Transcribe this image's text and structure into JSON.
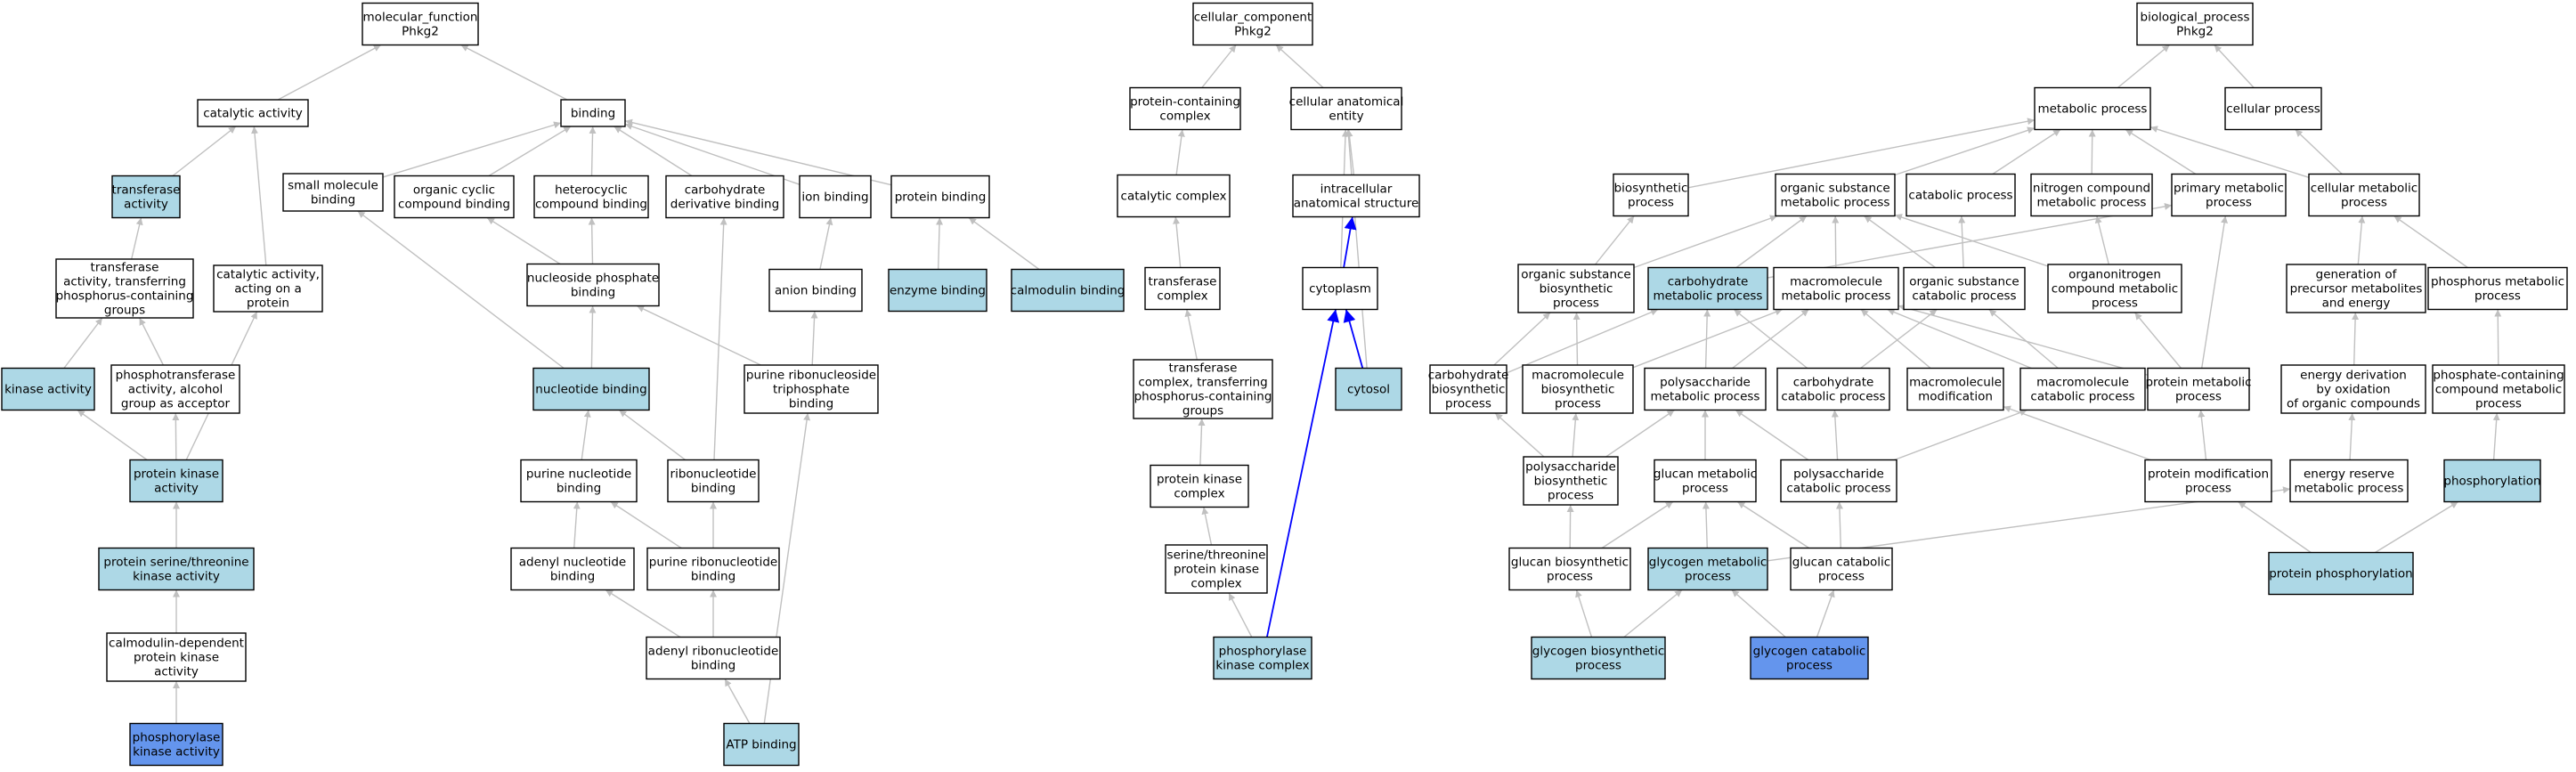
{
  "colors": {
    "default_fill": "#ffffff",
    "annotated_fill": "#add8e6",
    "query_fill": "#6495ed",
    "edge_gray": "#c0c0c0",
    "edge_blue": "#0000ff"
  },
  "nodes": {
    "mf_root": {
      "label": "molecular_function\nPhkg2",
      "style": "default"
    },
    "catalytic_activity": {
      "label": "catalytic activity",
      "style": "default"
    },
    "binding": {
      "label": "binding",
      "style": "default"
    },
    "transferase_activity": {
      "label": "transferase\nactivity",
      "style": "annotated"
    },
    "small_molecule_binding": {
      "label": "small molecule\nbinding",
      "style": "default"
    },
    "organic_cyclic_binding": {
      "label": "organic cyclic\ncompound binding",
      "style": "default"
    },
    "heterocyclic_binding": {
      "label": "heterocyclic\ncompound binding",
      "style": "default"
    },
    "carbohydrate_deriv_binding": {
      "label": "carbohydrate\nderivative binding",
      "style": "default"
    },
    "ion_binding": {
      "label": "ion binding",
      "style": "default"
    },
    "protein_binding": {
      "label": "protein binding",
      "style": "default"
    },
    "transferase_phosphorus": {
      "label": "transferase\nactivity, transferring\nphosphorus-containing\ngroups",
      "style": "default"
    },
    "catalytic_on_protein": {
      "label": "catalytic activity,\nacting on a\nprotein",
      "style": "default"
    },
    "nucleoside_phosphate_binding": {
      "label": "nucleoside phosphate\nbinding",
      "style": "default"
    },
    "anion_binding": {
      "label": "anion binding",
      "style": "default"
    },
    "enzyme_binding": {
      "label": "enzyme binding",
      "style": "annotated"
    },
    "calmodulin_binding": {
      "label": "calmodulin binding",
      "style": "annotated"
    },
    "kinase_activity": {
      "label": "kinase activity",
      "style": "annotated"
    },
    "phosphotransferase_alcohol": {
      "label": "phosphotransferase\nactivity, alcohol\ngroup as acceptor",
      "style": "default"
    },
    "nucleotide_binding": {
      "label": "nucleotide binding",
      "style": "annotated"
    },
    "purine_ribonucleoside_tp_binding": {
      "label": "purine ribonucleoside\ntriphosphate\nbinding",
      "style": "default"
    },
    "protein_kinase_activity": {
      "label": "protein kinase\nactivity",
      "style": "annotated"
    },
    "purine_nucleotide_binding": {
      "label": "purine nucleotide\nbinding",
      "style": "default"
    },
    "ribonucleotide_binding": {
      "label": "ribonucleotide\nbinding",
      "style": "default"
    },
    "ser_thr_kinase_activity": {
      "label": "protein serine/threonine\nkinase activity",
      "style": "annotated"
    },
    "adenyl_nucleotide_binding": {
      "label": "adenyl nucleotide\nbinding",
      "style": "default"
    },
    "purine_ribonucleotide_binding": {
      "label": "purine ribonucleotide\nbinding",
      "style": "default"
    },
    "calmodulin_dep_kinase": {
      "label": "calmodulin-dependent\nprotein kinase\nactivity",
      "style": "default"
    },
    "adenyl_ribonucleotide_binding": {
      "label": "adenyl ribonucleotide\nbinding",
      "style": "default"
    },
    "phosphorylase_kinase_activity": {
      "label": "phosphorylase\nkinase activity",
      "style": "query"
    },
    "atp_binding": {
      "label": "ATP binding",
      "style": "annotated"
    },
    "cc_root": {
      "label": "cellular_component\nPhkg2",
      "style": "default"
    },
    "protein_containing_complex": {
      "label": "protein-containing\ncomplex",
      "style": "default"
    },
    "cellular_anatomical_entity": {
      "label": "cellular anatomical\nentity",
      "style": "default"
    },
    "catalytic_complex": {
      "label": "catalytic complex",
      "style": "default"
    },
    "intracellular_structure": {
      "label": "intracellular\nanatomical structure",
      "style": "default"
    },
    "transferase_complex": {
      "label": "transferase\ncomplex",
      "style": "default"
    },
    "cytoplasm": {
      "label": "cytoplasm",
      "style": "default"
    },
    "cytosol": {
      "label": "cytosol",
      "style": "annotated"
    },
    "transferase_complex_phosphorus": {
      "label": "transferase\ncomplex, transferring\nphosphorus-containing\ngroups",
      "style": "default"
    },
    "protein_kinase_complex": {
      "label": "protein kinase\ncomplex",
      "style": "default"
    },
    "ser_thr_kinase_complex": {
      "label": "serine/threonine\nprotein kinase\ncomplex",
      "style": "default"
    },
    "phosphorylase_kinase_complex": {
      "label": "phosphorylase\nkinase complex",
      "style": "annotated"
    },
    "bp_root": {
      "label": "biological_process\nPhkg2",
      "style": "default"
    },
    "metabolic_process": {
      "label": "metabolic process",
      "style": "default"
    },
    "cellular_process": {
      "label": "cellular process",
      "style": "default"
    },
    "biosynthetic_process": {
      "label": "biosynthetic\nprocess",
      "style": "default"
    },
    "organic_substance_metabolic": {
      "label": "organic substance\nmetabolic process",
      "style": "default"
    },
    "catabolic_process": {
      "label": "catabolic process",
      "style": "default"
    },
    "nitrogen_compound_metabolic": {
      "label": "nitrogen compound\nmetabolic process",
      "style": "default"
    },
    "primary_metabolic": {
      "label": "primary metabolic\nprocess",
      "style": "default"
    },
    "cellular_metabolic": {
      "label": "cellular metabolic\nprocess",
      "style": "default"
    },
    "organic_substance_biosynthetic": {
      "label": "organic substance\nbiosynthetic\nprocess",
      "style": "default"
    },
    "carbohydrate_metabolic": {
      "label": "carbohydrate\nmetabolic process",
      "style": "annotated"
    },
    "macromolecule_metabolic": {
      "label": "macromolecule\nmetabolic process",
      "style": "default"
    },
    "organic_substance_catabolic": {
      "label": "organic substance\ncatabolic process",
      "style": "default"
    },
    "organonitrogen_metabolic": {
      "label": "organonitrogen\ncompound metabolic\nprocess",
      "style": "default"
    },
    "precursor_metabolites": {
      "label": "generation of\nprecursor metabolites\nand energy",
      "style": "default"
    },
    "phosphorus_metabolic": {
      "label": "phosphorus metabolic\nprocess",
      "style": "default"
    },
    "carbohydrate_biosynthetic": {
      "label": "carbohydrate\nbiosynthetic\nprocess",
      "style": "default"
    },
    "macromolecule_biosynthetic": {
      "label": "macromolecule\nbiosynthetic\nprocess",
      "style": "default"
    },
    "polysaccharide_metabolic": {
      "label": "polysaccharide\nmetabolic process",
      "style": "default"
    },
    "carbohydrate_catabolic": {
      "label": "carbohydrate\ncatabolic process",
      "style": "default"
    },
    "macromolecule_modification": {
      "label": "macromolecule\nmodification",
      "style": "default"
    },
    "macromolecule_catabolic": {
      "label": "macromolecule\ncatabolic process",
      "style": "default"
    },
    "protein_metabolic": {
      "label": "protein metabolic\nprocess",
      "style": "default"
    },
    "energy_derivation": {
      "label": "energy derivation\nby oxidation\nof organic compounds",
      "style": "default"
    },
    "phosphate_containing_metabolic": {
      "label": "phosphate-containing\ncompound metabolic\nprocess",
      "style": "default"
    },
    "polysaccharide_biosynthetic": {
      "label": "polysaccharide\nbiosynthetic\nprocess",
      "style": "default"
    },
    "glucan_metabolic": {
      "label": "glucan metabolic\nprocess",
      "style": "default"
    },
    "polysaccharide_catabolic": {
      "label": "polysaccharide\ncatabolic process",
      "style": "default"
    },
    "protein_modification": {
      "label": "protein modification\nprocess",
      "style": "default"
    },
    "energy_reserve_metabolic": {
      "label": "energy reserve\nmetabolic process",
      "style": "default"
    },
    "phosphorylation": {
      "label": "phosphorylation",
      "style": "annotated"
    },
    "glucan_biosynthetic": {
      "label": "glucan biosynthetic\nprocess",
      "style": "default"
    },
    "glycogen_metabolic": {
      "label": "glycogen metabolic\nprocess",
      "style": "annotated"
    },
    "glucan_catabolic": {
      "label": "glucan catabolic\nprocess",
      "style": "default"
    },
    "protein_phosphorylation": {
      "label": "protein phosphorylation",
      "style": "annotated"
    },
    "glycogen_biosynthetic": {
      "label": "glycogen biosynthetic\nprocess",
      "style": "annotated"
    },
    "glycogen_catabolic": {
      "label": "glycogen catabolic\nprocess",
      "style": "query"
    }
  },
  "edges": [
    [
      "catalytic_activity",
      "mf_root",
      "gray"
    ],
    [
      "binding",
      "mf_root",
      "gray"
    ],
    [
      "transferase_activity",
      "catalytic_activity",
      "gray"
    ],
    [
      "catalytic_on_protein",
      "catalytic_activity",
      "gray"
    ],
    [
      "small_molecule_binding",
      "binding",
      "gray"
    ],
    [
      "organic_cyclic_binding",
      "binding",
      "gray"
    ],
    [
      "heterocyclic_binding",
      "binding",
      "gray"
    ],
    [
      "carbohydrate_deriv_binding",
      "binding",
      "gray"
    ],
    [
      "ion_binding",
      "binding",
      "gray"
    ],
    [
      "protein_binding",
      "binding",
      "gray"
    ],
    [
      "transferase_phosphorus",
      "transferase_activity",
      "gray"
    ],
    [
      "kinase_activity",
      "transferase_phosphorus",
      "gray"
    ],
    [
      "phosphotransferase_alcohol",
      "transferase_phosphorus",
      "gray"
    ],
    [
      "nucleoside_phosphate_binding",
      "organic_cyclic_binding",
      "gray"
    ],
    [
      "nucleoside_phosphate_binding",
      "heterocyclic_binding",
      "gray"
    ],
    [
      "anion_binding",
      "ion_binding",
      "gray"
    ],
    [
      "enzyme_binding",
      "protein_binding",
      "gray"
    ],
    [
      "calmodulin_binding",
      "protein_binding",
      "gray"
    ],
    [
      "nucleotide_binding",
      "nucleoside_phosphate_binding",
      "gray"
    ],
    [
      "nucleotide_binding",
      "small_molecule_binding",
      "gray"
    ],
    [
      "purine_ribonucleoside_tp_binding",
      "nucleoside_phosphate_binding",
      "gray"
    ],
    [
      "purine_ribonucleoside_tp_binding",
      "anion_binding",
      "gray"
    ],
    [
      "protein_kinase_activity",
      "kinase_activity",
      "gray"
    ],
    [
      "protein_kinase_activity",
      "phosphotransferase_alcohol",
      "gray"
    ],
    [
      "protein_kinase_activity",
      "catalytic_on_protein",
      "gray"
    ],
    [
      "purine_nucleotide_binding",
      "nucleotide_binding",
      "gray"
    ],
    [
      "ribonucleotide_binding",
      "nucleotide_binding",
      "gray"
    ],
    [
      "ribonucleotide_binding",
      "carbohydrate_deriv_binding",
      "gray"
    ],
    [
      "ser_thr_kinase_activity",
      "protein_kinase_activity",
      "gray"
    ],
    [
      "adenyl_nucleotide_binding",
      "purine_nucleotide_binding",
      "gray"
    ],
    [
      "purine_ribonucleotide_binding",
      "purine_nucleotide_binding",
      "gray"
    ],
    [
      "purine_ribonucleotide_binding",
      "ribonucleotide_binding",
      "gray"
    ],
    [
      "calmodulin_dep_kinase",
      "ser_thr_kinase_activity",
      "gray"
    ],
    [
      "adenyl_ribonucleotide_binding",
      "adenyl_nucleotide_binding",
      "gray"
    ],
    [
      "adenyl_ribonucleotide_binding",
      "purine_ribonucleotide_binding",
      "gray"
    ],
    [
      "phosphorylase_kinase_activity",
      "calmodulin_dep_kinase",
      "gray"
    ],
    [
      "atp_binding",
      "adenyl_ribonucleotide_binding",
      "gray"
    ],
    [
      "atp_binding",
      "purine_ribonucleoside_tp_binding",
      "gray"
    ],
    [
      "protein_containing_complex",
      "cc_root",
      "gray"
    ],
    [
      "cellular_anatomical_entity",
      "cc_root",
      "gray"
    ],
    [
      "catalytic_complex",
      "protein_containing_complex",
      "gray"
    ],
    [
      "intracellular_structure",
      "cellular_anatomical_entity",
      "gray"
    ],
    [
      "cytoplasm",
      "cellular_anatomical_entity",
      "gray"
    ],
    [
      "cytosol",
      "cellular_anatomical_entity",
      "gray"
    ],
    [
      "transferase_complex",
      "catalytic_complex",
      "gray"
    ],
    [
      "cytoplasm",
      "intracellular_structure",
      "blue"
    ],
    [
      "cytosol",
      "cytoplasm",
      "blue"
    ],
    [
      "phosphorylase_kinase_complex",
      "cytoplasm",
      "blue"
    ],
    [
      "transferase_complex_phosphorus",
      "transferase_complex",
      "gray"
    ],
    [
      "protein_kinase_complex",
      "transferase_complex_phosphorus",
      "gray"
    ],
    [
      "ser_thr_kinase_complex",
      "protein_kinase_complex",
      "gray"
    ],
    [
      "phosphorylase_kinase_complex",
      "ser_thr_kinase_complex",
      "gray"
    ],
    [
      "metabolic_process",
      "bp_root",
      "gray"
    ],
    [
      "cellular_process",
      "bp_root",
      "gray"
    ],
    [
      "biosynthetic_process",
      "metabolic_process",
      "gray"
    ],
    [
      "organic_substance_metabolic",
      "metabolic_process",
      "gray"
    ],
    [
      "catabolic_process",
      "metabolic_process",
      "gray"
    ],
    [
      "nitrogen_compound_metabolic",
      "metabolic_process",
      "gray"
    ],
    [
      "primary_metabolic",
      "metabolic_process",
      "gray"
    ],
    [
      "cellular_metabolic",
      "metabolic_process",
      "gray"
    ],
    [
      "cellular_metabolic",
      "cellular_process",
      "gray"
    ],
    [
      "organic_substance_biosynthetic",
      "biosynthetic_process",
      "gray"
    ],
    [
      "organic_substance_biosynthetic",
      "organic_substance_metabolic",
      "gray"
    ],
    [
      "carbohydrate_metabolic",
      "organic_substance_metabolic",
      "gray"
    ],
    [
      "carbohydrate_metabolic",
      "primary_metabolic",
      "gray"
    ],
    [
      "macromolecule_metabolic",
      "organic_substance_metabolic",
      "gray"
    ],
    [
      "organic_substance_catabolic",
      "catabolic_process",
      "gray"
    ],
    [
      "organic_substance_catabolic",
      "organic_substance_metabolic",
      "gray"
    ],
    [
      "organonitrogen_metabolic",
      "nitrogen_compound_metabolic",
      "gray"
    ],
    [
      "organonitrogen_metabolic",
      "organic_substance_metabolic",
      "gray"
    ],
    [
      "precursor_metabolites",
      "cellular_metabolic",
      "gray"
    ],
    [
      "phosphorus_metabolic",
      "cellular_metabolic",
      "gray"
    ],
    [
      "carbohydrate_biosynthetic",
      "organic_substance_biosynthetic",
      "gray"
    ],
    [
      "carbohydrate_biosynthetic",
      "carbohydrate_metabolic",
      "gray"
    ],
    [
      "macromolecule_biosynthetic",
      "organic_substance_biosynthetic",
      "gray"
    ],
    [
      "macromolecule_biosynthetic",
      "macromolecule_metabolic",
      "gray"
    ],
    [
      "polysaccharide_metabolic",
      "carbohydrate_metabolic",
      "gray"
    ],
    [
      "polysaccharide_metabolic",
      "macromolecule_metabolic",
      "gray"
    ],
    [
      "carbohydrate_catabolic",
      "organic_substance_catabolic",
      "gray"
    ],
    [
      "carbohydrate_catabolic",
      "carbohydrate_metabolic",
      "gray"
    ],
    [
      "macromolecule_modification",
      "macromolecule_metabolic",
      "gray"
    ],
    [
      "macromolecule_catabolic",
      "macromolecule_metabolic",
      "gray"
    ],
    [
      "macromolecule_catabolic",
      "organic_substance_catabolic",
      "gray"
    ],
    [
      "protein_metabolic",
      "organonitrogen_metabolic",
      "gray"
    ],
    [
      "protein_metabolic",
      "macromolecule_metabolic",
      "gray"
    ],
    [
      "protein_metabolic",
      "primary_metabolic",
      "gray"
    ],
    [
      "energy_derivation",
      "precursor_metabolites",
      "gray"
    ],
    [
      "phosphate_containing_metabolic",
      "phosphorus_metabolic",
      "gray"
    ],
    [
      "polysaccharide_biosynthetic",
      "carbohydrate_biosynthetic",
      "gray"
    ],
    [
      "polysaccharide_biosynthetic",
      "macromolecule_biosynthetic",
      "gray"
    ],
    [
      "polysaccharide_biosynthetic",
      "polysaccharide_metabolic",
      "gray"
    ],
    [
      "glucan_metabolic",
      "polysaccharide_metabolic",
      "gray"
    ],
    [
      "polysaccharide_catabolic",
      "carbohydrate_catabolic",
      "gray"
    ],
    [
      "polysaccharide_catabolic",
      "polysaccharide_metabolic",
      "gray"
    ],
    [
      "polysaccharide_catabolic",
      "macromolecule_catabolic",
      "gray"
    ],
    [
      "protein_modification",
      "macromolecule_modification",
      "gray"
    ],
    [
      "protein_modification",
      "protein_metabolic",
      "gray"
    ],
    [
      "energy_reserve_metabolic",
      "energy_derivation",
      "gray"
    ],
    [
      "phosphorylation",
      "phosphate_containing_metabolic",
      "gray"
    ],
    [
      "glucan_biosynthetic",
      "polysaccharide_biosynthetic",
      "gray"
    ],
    [
      "glucan_biosynthetic",
      "glucan_metabolic",
      "gray"
    ],
    [
      "glycogen_metabolic",
      "glucan_metabolic",
      "gray"
    ],
    [
      "glycogen_metabolic",
      "energy_reserve_metabolic",
      "gray"
    ],
    [
      "glucan_catabolic",
      "glucan_metabolic",
      "gray"
    ],
    [
      "glucan_catabolic",
      "polysaccharide_catabolic",
      "gray"
    ],
    [
      "protein_phosphorylation",
      "protein_modification",
      "gray"
    ],
    [
      "protein_phosphorylation",
      "phosphorylation",
      "gray"
    ],
    [
      "glycogen_biosynthetic",
      "glucan_biosynthetic",
      "gray"
    ],
    [
      "glycogen_biosynthetic",
      "glycogen_metabolic",
      "gray"
    ],
    [
      "glycogen_catabolic",
      "glycogen_metabolic",
      "gray"
    ],
    [
      "glycogen_catabolic",
      "glucan_catabolic",
      "gray"
    ]
  ]
}
